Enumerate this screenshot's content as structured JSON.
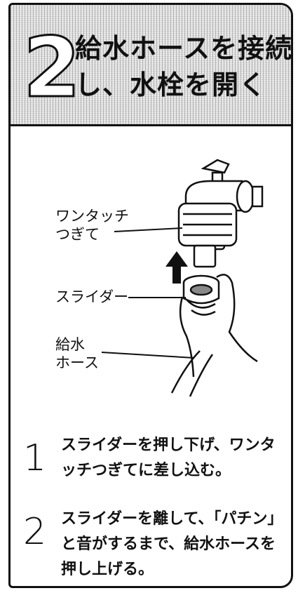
{
  "header": {
    "step_number": "2",
    "title_line1": "給水ホースを接続",
    "title_line2": "し、水栓を開く"
  },
  "figure": {
    "labels": {
      "coupling": "ワンタッチ\nつぎて",
      "slider": "スライダー",
      "hose": "給水\nホース"
    },
    "arrow_icon": "up-arrow-icon"
  },
  "steps": [
    {
      "number": "1",
      "text": "スライダーを押し下げ、ワンタッチつぎてに差し込む。"
    },
    {
      "number": "2",
      "text": "スライダーを離して、「パチン」と音がするまで、給水ホースを押し上げる。"
    }
  ]
}
